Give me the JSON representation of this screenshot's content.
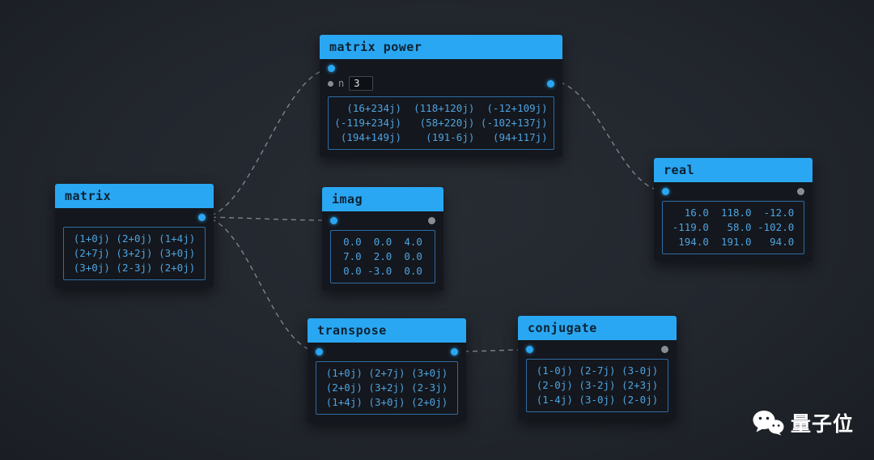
{
  "colors": {
    "accent_blue": "#2aa7f2",
    "node_header": "#2aa7f2",
    "matrix_text": "#4da3e0",
    "matrix_box_border": "#2e6da5",
    "wire": "#8e949b",
    "port_connected": "#2aa7f2",
    "port_unconnected": "#878d94",
    "background": "#22262d"
  },
  "nodes": {
    "matrix": {
      "title": "matrix",
      "rows": [
        "(1+0j) (2+0j) (1+4j)",
        "(2+7j) (3+2j) (3+0j)",
        "(3+0j) (2-3j) (2+0j)"
      ]
    },
    "matrix_power": {
      "title": "matrix power",
      "param_label": "n",
      "param_value": "3",
      "rows": [
        "  (16+234j)  (118+120j)  (-12+109j)",
        "(-119+234j)   (58+220j) (-102+137j)",
        " (194+149j)    (191-6j)   (94+117j)"
      ]
    },
    "imag": {
      "title": "imag",
      "rows": [
        "0.0  0.0  4.0",
        "7.0  2.0  0.0",
        "0.0 -3.0  0.0"
      ]
    },
    "real": {
      "title": "real",
      "rows": [
        "  16.0  118.0  -12.0",
        "-119.0   58.0 -102.0",
        " 194.0  191.0   94.0"
      ]
    },
    "transpose": {
      "title": "transpose",
      "rows": [
        "(1+0j) (2+7j) (3+0j)",
        "(2+0j) (3+2j) (2-3j)",
        "(1+4j) (3+0j) (2+0j)"
      ]
    },
    "conjugate": {
      "title": "conjugate",
      "rows": [
        "(1-0j) (2-7j) (3-0j)",
        "(2-0j) (3-2j) (2+3j)",
        "(1-4j) (3-0j) (2-0j)"
      ]
    }
  },
  "watermark": {
    "text": "量子位"
  }
}
